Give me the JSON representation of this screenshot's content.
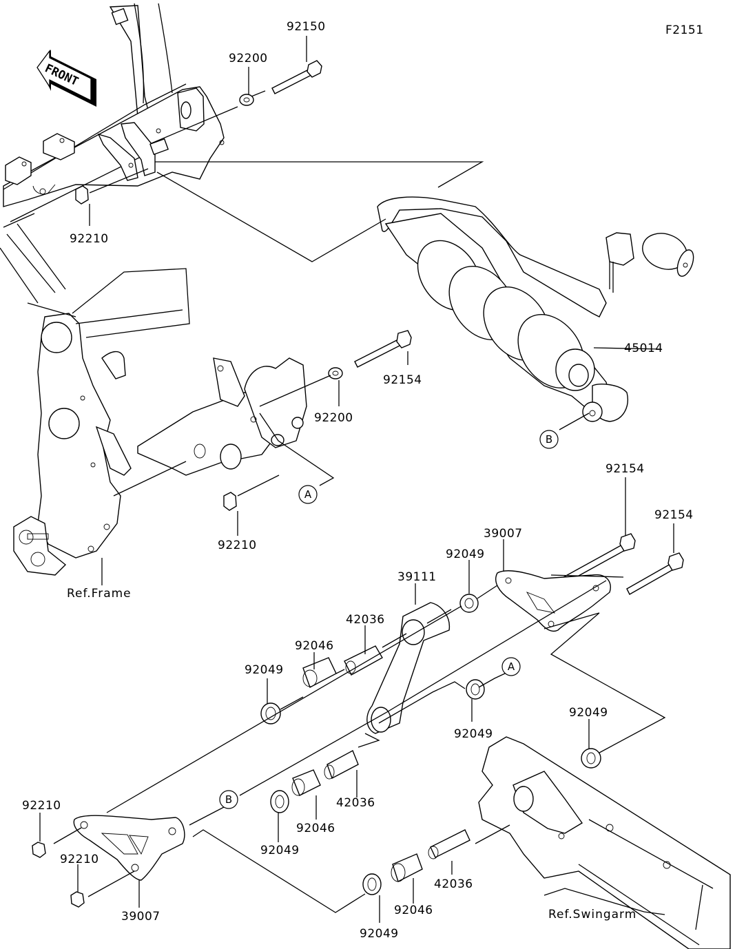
{
  "figure_id": "F2151",
  "direction_indicator": "FRONT",
  "references": {
    "frame": "Ref.Frame",
    "swingarm": "Ref.Swingarm"
  },
  "connector_marks": {
    "a": "A",
    "b": "B"
  },
  "parts": [
    {
      "key": "bolt_92150",
      "part_no": "92150",
      "description": "Bolt"
    },
    {
      "key": "washer_92200_top",
      "part_no": "92200",
      "description": "Washer"
    },
    {
      "key": "nut_92210_top",
      "part_no": "92210",
      "description": "Nut"
    },
    {
      "key": "shock_45014",
      "part_no": "45014",
      "description": "Shock absorber"
    },
    {
      "key": "bolt_92154_shock",
      "part_no": "92154",
      "description": "Bolt"
    },
    {
      "key": "washer_92200_mid",
      "part_no": "92200",
      "description": "Washer"
    },
    {
      "key": "nut_92210_mid",
      "part_no": "92210",
      "description": "Nut"
    },
    {
      "key": "bolt_92154_upper",
      "part_no": "92154",
      "description": "Bolt"
    },
    {
      "key": "bolt_92154_right",
      "part_no": "92154",
      "description": "Bolt"
    },
    {
      "key": "rod_39007_upper",
      "part_no": "39007",
      "description": "Rod/Tie link"
    },
    {
      "key": "seal_92049_upper",
      "part_no": "92049",
      "description": "Seal"
    },
    {
      "key": "arm_39111",
      "part_no": "39111",
      "description": "Rocker arm"
    },
    {
      "key": "sleeve_42036_upper",
      "part_no": "42036",
      "description": "Sleeve"
    },
    {
      "key": "bearing_92046_upper",
      "part_no": "92046",
      "description": "Needle bearing"
    },
    {
      "key": "seal_92049_left",
      "part_no": "92049",
      "description": "Seal"
    },
    {
      "key": "seal_92049_arm",
      "part_no": "92049",
      "description": "Seal"
    },
    {
      "key": "seal_92049_swingarm",
      "part_no": "92049",
      "description": "Seal"
    },
    {
      "key": "sleeve_42036_mid",
      "part_no": "42036",
      "description": "Sleeve"
    },
    {
      "key": "bearing_92046_mid",
      "part_no": "92046",
      "description": "Needle bearing"
    },
    {
      "key": "seal_92049_mid",
      "part_no": "92049",
      "description": "Seal"
    },
    {
      "key": "nut_92210_lower1",
      "part_no": "92210",
      "description": "Nut"
    },
    {
      "key": "nut_92210_lower2",
      "part_no": "92210",
      "description": "Nut"
    },
    {
      "key": "rod_39007_lower",
      "part_no": "39007",
      "description": "Rod/Tie link"
    },
    {
      "key": "sleeve_42036_lower",
      "part_no": "42036",
      "description": "Sleeve"
    },
    {
      "key": "bearing_92046_lower",
      "part_no": "92046",
      "description": "Needle bearing"
    },
    {
      "key": "seal_92049_lower",
      "part_no": "92049",
      "description": "Seal"
    }
  ],
  "labels": {
    "bolt_92150": "92150",
    "washer_92200_top": "92200",
    "nut_92210_top": "92210",
    "shock_45014": "45014",
    "bolt_92154_shock": "92154",
    "washer_92200_mid": "92200",
    "nut_92210_mid": "92210",
    "bolt_92154_upper": "92154",
    "bolt_92154_right": "92154",
    "rod_39007_upper": "39007",
    "seal_92049_upper": "92049",
    "arm_39111": "39111",
    "sleeve_42036_upper": "42036",
    "bearing_92046_upper": "92046",
    "seal_92049_left": "92049",
    "seal_92049_arm": "92049",
    "seal_92049_swingarm": "92049",
    "sleeve_42036_mid": "42036",
    "bearing_92046_mid": "92046",
    "seal_92049_mid": "92049",
    "nut_92210_lower1": "92210",
    "nut_92210_lower2": "92210",
    "rod_39007_lower": "39007",
    "sleeve_42036_lower": "42036",
    "bearing_92046_lower": "92046",
    "seal_92049_lower": "92049"
  }
}
